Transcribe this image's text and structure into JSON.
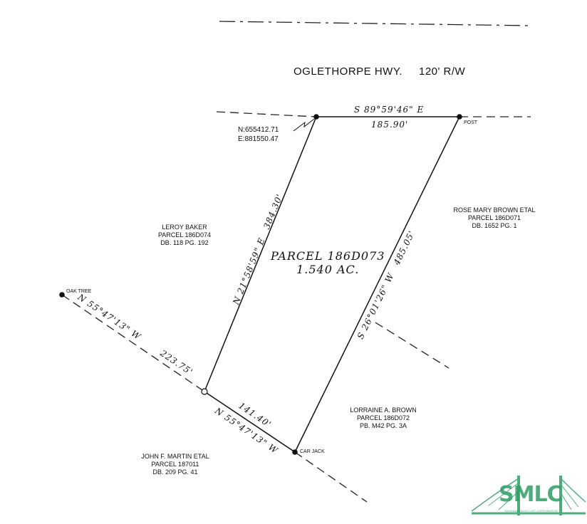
{
  "road": {
    "name": "OGLETHORPE HWY.",
    "row": "120' R/W"
  },
  "north_line": {
    "bearing": "S 89°59'46\" E",
    "distance": "185.90'"
  },
  "west_line": {
    "bearing": "N 21°58'59\" E",
    "distance": "384.30'"
  },
  "east_line": {
    "bearing": "S 26°01'26\" W",
    "distance": "485.05'"
  },
  "south_line": {
    "bearing": "N 55°47'13\" W",
    "distance": "141.40'"
  },
  "ext_line": {
    "bearing": "N 55°47'13\" W",
    "distance": "223.75'"
  },
  "origin": {
    "northing": "N:655412.71",
    "easting": "E:881550.47"
  },
  "markers": {
    "post": "POST",
    "oak_tree": "OAK TREE",
    "car_jack": "CAR JACK"
  },
  "parcel": {
    "id": "PARCEL 186D073",
    "area": "1.540 AC."
  },
  "neighbors": {
    "leroy": {
      "name": "LEROY BAKER",
      "parcel": "PARCEL 186D074",
      "ref": "DB. 118 PG. 192"
    },
    "rose": {
      "name": "ROSE MARY BROWN ETAL",
      "parcel": "PARCEL 186D071",
      "ref": "DB. 1652 PG. 1"
    },
    "lorraine": {
      "name": "LORRAINE A. BROWN",
      "parcel": "PARCEL 186D072",
      "ref": "PB. M42 PG. 3A"
    },
    "john": {
      "name": "JOHN F. MARTIN ETAL",
      "parcel": "PARCEL 187011",
      "ref": "DB. 209 PG. 41"
    }
  },
  "logo": {
    "text": "SMLC",
    "subtitle": "SAVANNAH MULTI-LIST CORPORATION",
    "color": "#2e9e66"
  }
}
